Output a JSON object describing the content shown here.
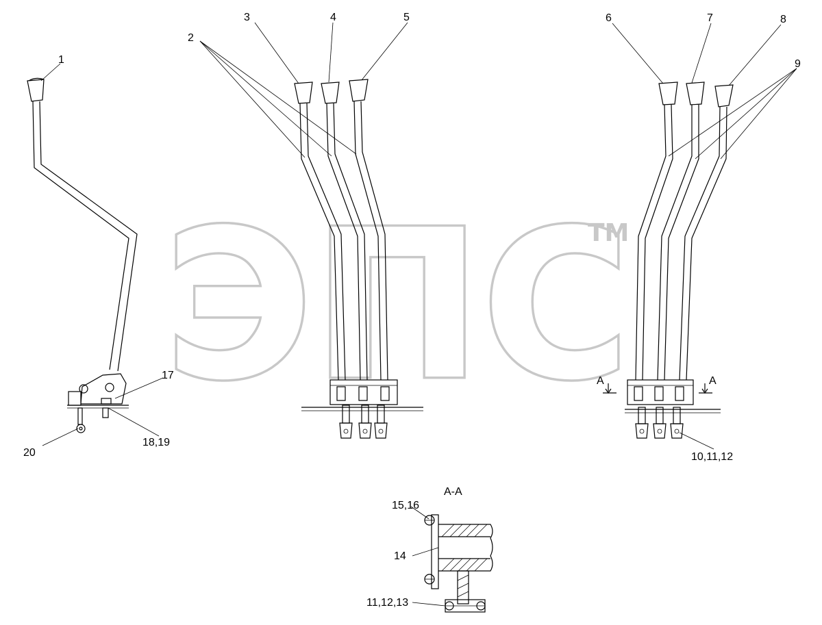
{
  "callouts": {
    "c1": "1",
    "c2": "2",
    "c3": "3",
    "c4": "4",
    "c5": "5",
    "c6": "6",
    "c7": "7",
    "c8": "8",
    "c9": "9",
    "c10": "10,11,12",
    "c17": "17",
    "c18": "18,19",
    "c20": "20"
  },
  "section": {
    "title": "A-A",
    "marker_left": "A",
    "marker_right": "A",
    "c15": "15,16",
    "c14": "14",
    "c11": "11,12,13"
  },
  "watermark": {
    "text": "ЭПС",
    "tm": "TM"
  },
  "colors": {
    "line": "#000000",
    "watermark_outline": "#c8c8c8"
  }
}
